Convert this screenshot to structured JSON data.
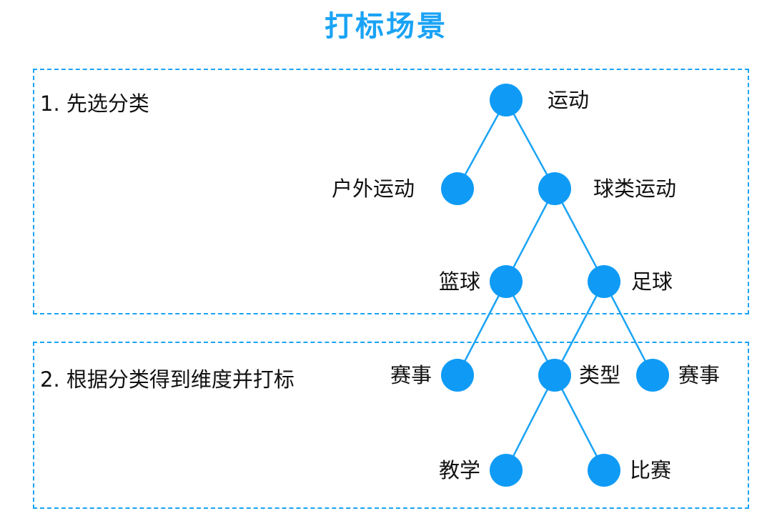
{
  "title": "打标场景",
  "steps": {
    "step1": "1. 先选分类",
    "step2": "2. 根据分类得到维度并打标"
  },
  "colors": {
    "accent": "#1aa3f5",
    "node": "#0f9bf5",
    "text": "#111111"
  },
  "tree": {
    "nodes": [
      {
        "id": "sports",
        "label": "运动"
      },
      {
        "id": "outdoor",
        "label": "户外运动"
      },
      {
        "id": "ball",
        "label": "球类运动"
      },
      {
        "id": "basketball",
        "label": "篮球"
      },
      {
        "id": "football",
        "label": "足球"
      },
      {
        "id": "event_left",
        "label": "赛事"
      },
      {
        "id": "type",
        "label": "类型"
      },
      {
        "id": "event_right",
        "label": "赛事"
      },
      {
        "id": "teaching",
        "label": "教学"
      },
      {
        "id": "match",
        "label": "比赛"
      }
    ],
    "edges": [
      [
        "sports",
        "outdoor"
      ],
      [
        "sports",
        "ball"
      ],
      [
        "ball",
        "basketball"
      ],
      [
        "ball",
        "football"
      ],
      [
        "basketball",
        "event_left"
      ],
      [
        "basketball",
        "type"
      ],
      [
        "football",
        "type"
      ],
      [
        "football",
        "event_right"
      ],
      [
        "type",
        "teaching"
      ],
      [
        "type",
        "match"
      ]
    ]
  }
}
